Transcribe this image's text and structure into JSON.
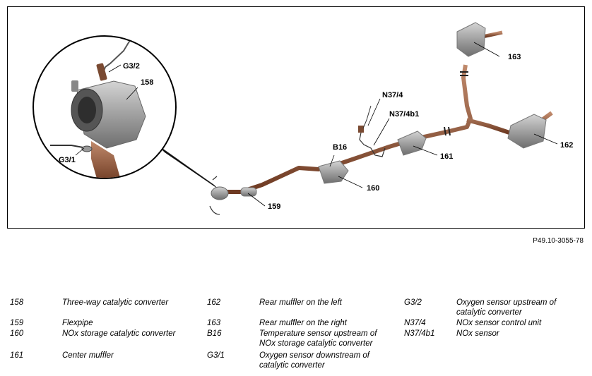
{
  "callouts": {
    "g32": "G3/2",
    "c158": "158",
    "g31": "G3/1",
    "n374": "N37/4",
    "n374b1": "N37/4b1",
    "b16": "B16",
    "c159": "159",
    "c160": "160",
    "c161": "161",
    "c162": "162",
    "c163": "163"
  },
  "figure_id": "P49.10-3055-78",
  "legend": [
    {
      "code": "158",
      "desc": "Three-way catalytic converter"
    },
    {
      "code": "159",
      "desc": "Flexpipe"
    },
    {
      "code": "160",
      "desc": "NOx storage catalytic converter"
    },
    {
      "code": "161",
      "desc": "Center muffler"
    },
    {
      "code": "162",
      "desc": "Rear muffler on the left"
    },
    {
      "code": "163",
      "desc": "Rear muffler on the right"
    },
    {
      "code": "B16",
      "desc": "Temperature sensor upstream of NOx storage catalytic converter"
    },
    {
      "code": "G3/1",
      "desc": "Oxygen sensor downstream of catalytic converter"
    },
    {
      "code": "G3/2",
      "desc": "Oxygen sensor upstream of catalytic converter"
    },
    {
      "code": "N37/4",
      "desc": "NOx sensor control unit"
    },
    {
      "code": "N37/4b1",
      "desc": "NOx sensor"
    }
  ],
  "colors": {
    "pipe": "#8a4f35",
    "component": "#9b9b9b",
    "frame": "#000000"
  }
}
